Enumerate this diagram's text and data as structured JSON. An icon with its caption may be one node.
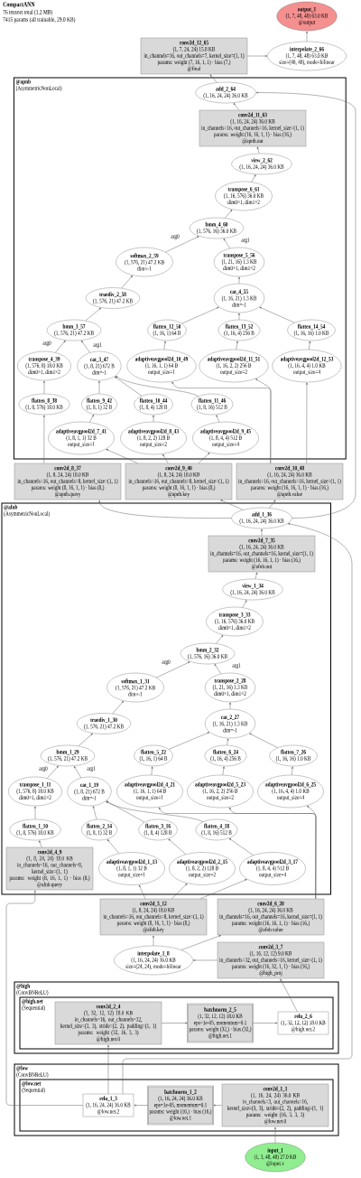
{
  "diagram": {
    "title": "CompactANN",
    "nodes": [
      {
        "text": [
          "output_1",
          "(1, 7, 48, 48) 63.0 KB",
          "@output"
        ]
      },
      {
        "text": [
          "interpolate_2_66",
          "(1, 7, 48, 48) 63.0 KB",
          "size=(48, 48), mode=bilinear"
        ]
      },
      {
        "text": [
          "conv2d_12_65",
          "(1, 7, 24, 24) 15.8 KB",
          "in_channels=16, out_channels=7, kernel_size=(1, 1)",
          "params: weight (7, 16, 1, 1) · bias (7,)",
          "@final"
        ]
      },
      {
        "text": [
          "@apnb",
          "(AsymmetricNonLocal)"
        ]
      },
      {
        "text": [
          "add_2_64",
          "(1, 16, 24, 24) 36.0 KB"
        ],
        "in": 3
      },
      {
        "text": [
          "conv2d_11_63",
          "(1, 16, 24, 24) 36.0 KB",
          "in_channels=16, out_channels=16, kernel_size=(1, 1)",
          "params: weight (16, 16, 1, 1) · bias (16,)",
          "@apnb.out"
        ],
        "in": 3
      },
      {
        "text": [
          "view_2_62",
          "(1, 16, 24, 24) 36.0 KB"
        ],
        "in": 3
      },
      {
        "text": [
          "transpose_6_61",
          "(1, 16, 576) 36.0 KB",
          "dim0=1, dim1=2"
        ],
        "in": 3
      },
      {
        "text": [
          "bmm_4_60",
          "(1, 576, 16) 36.0 KB"
        ],
        "in": 3
      },
      {
        "text": [
          "softmax_2_59",
          "(1, 576, 21) 47.2 KB",
          "dim=-1"
        ],
        "in": 3
      },
      {
        "text": [
          "transpose_5_56",
          "(1, 21, 16) 1.3 KB",
          "dim0=1, dim1=2"
        ],
        "in": 3
      },
      {
        "text": [
          "truediv_2_58",
          "(1, 576, 21) 47.2 KB"
        ],
        "in": 3
      },
      {
        "text": [
          "cat_4_55",
          "(1, 16, 21) 1.3 KB",
          "dim=-1"
        ],
        "in": 3
      },
      {
        "text": [
          "bmm_3_57",
          "(1, 576, 21) 47.2 KB"
        ],
        "in": 3
      },
      {
        "text": [
          "flatten_12_50",
          "(1, 16, 1) 64 B"
        ],
        "in": 3
      },
      {
        "text": [
          "flatten_13_52",
          "(1, 16, 4) 256 B"
        ],
        "in": 3
      },
      {
        "text": [
          "flatten_14_54",
          "(1, 16, 16) 1.0 KB"
        ],
        "in": 3
      },
      {
        "text": [
          "transpose_4_39",
          "(1, 576, 8) 18.0 KB",
          "dim0=1, dim1=2"
        ],
        "in": 3
      },
      {
        "text": [
          "cat_3_47",
          "(1, 8, 21) 672 B",
          "dim=-1"
        ],
        "in": 3
      },
      {
        "text": [
          "adaptiveavgpool2d_10_49",
          "(1, 16, 1, 1) 64 B",
          "output_size=1"
        ],
        "in": 3
      },
      {
        "text": [
          "adaptiveavgpool2d_11_51",
          "(1, 16, 2, 2) 256 B",
          "output_size=2"
        ],
        "in": 3
      },
      {
        "text": [
          "adaptiveavgpool2d_12_53",
          "(1, 16, 4, 4) 1.0 KB",
          "output_size=4"
        ],
        "in": 3
      },
      {
        "text": [
          "flatten_8_38",
          "(1, 8, 576) 18.0 KB"
        ],
        "in": 3
      },
      {
        "text": [
          "flatten_9_42",
          "(1, 8, 1) 32 B"
        ],
        "in": 3
      },
      {
        "text": [
          "flatten_10_44",
          "(1, 8, 4) 128 B"
        ],
        "in": 3
      },
      {
        "text": [
          "flatten_11_46",
          "(1, 8, 16) 512 B"
        ],
        "in": 3
      },
      {
        "text": [
          "adaptiveavgpool2d_7_41",
          "(1, 8, 1, 1) 32 B",
          "output_size=1"
        ],
        "in": 3
      },
      {
        "text": [
          "adaptiveavgpool2d_8_43",
          "(1, 8, 2, 2) 128 B",
          "output_size=2"
        ],
        "in": 3
      },
      {
        "text": [
          "adaptiveavgpool2d_9_45",
          "(1, 8, 4, 4) 512 B",
          "output_size=4"
        ],
        "in": 3
      },
      {
        "text": [
          "conv2d_8_37",
          "(1, 8, 24, 24) 18.0 KB",
          "in_channels=16, out_channels=8, kernel_size=(1, 1)",
          "params: weight (8, 16, 1, 1) · bias (8,)",
          "@apnb.query"
        ]
      },
      {
        "text": [
          "conv2d_9_40",
          "(1, 8, 24, 24) 18.0 KB",
          "in_channels=16, out_channels=8, kernel_size=(1, 1)",
          "params: weight (8, 16, 1, 1) · bias (8,)",
          "@apnb.key"
        ]
      },
      {
        "text": [
          "conv2d_10_48",
          "(1, 16, 24, 24) 36.0 KB",
          "in_channels=16, out_channels=16, kernel_size=(1, 1)",
          "params: weight (16, 16, 1, 1) · bias (16,)",
          "@apnb.value"
        ]
      },
      {
        "text": [
          "@afnb",
          "(AsymmetricNonLocal)"
        ]
      },
      {
        "text": [
          "add_1_36",
          "(1, 16, 24, 24) 36.0 KB"
        ],
        "in": 32
      },
      {
        "text": [
          "conv2d_7_35",
          "(1, 16, 24, 24) 36.0 KB",
          "in_channels=16, out_channels=16, kernel_size=(1, 1)",
          "params: weight (16, 16, 1, 1) · bias (16,)",
          "@afnb.out"
        ],
        "in": 32
      },
      {
        "text": [
          "view_1_34",
          "(1, 16, 24, 24) 36.0 KB"
        ],
        "in": 32
      },
      {
        "text": [
          "transpose_3_33",
          "(1, 16, 576) 36.0 KB",
          "dim0=1, dim1=2"
        ],
        "in": 32
      },
      {
        "text": [
          "bmm_2_32",
          "(1, 576, 16) 36.0 KB"
        ],
        "in": 32
      },
      {
        "text": [
          "softmax_1_31",
          "(1, 576, 21) 47.2 KB",
          "dim=-1"
        ],
        "in": 32
      },
      {
        "text": [
          "transpose_2_28",
          "(1, 21, 16) 1.3 KB",
          "dim0=1, dim1=2"
        ],
        "in": 32
      },
      {
        "text": [
          "truediv_1_30",
          "(1, 576, 21) 47.2 KB"
        ],
        "in": 32
      },
      {
        "text": [
          "cat_2_27",
          "(1, 16, 21) 1.3 KB",
          "dim=-1"
        ],
        "in": 32
      },
      {
        "text": [
          "bmm_1_29",
          "(1, 576, 21) 47.2 KB"
        ],
        "in": 32
      },
      {
        "text": [
          "flatten_5_22",
          "(1, 16, 1) 64 B"
        ],
        "in": 32
      },
      {
        "text": [
          "flatten_6_24",
          "(1, 16, 4) 256 B"
        ],
        "in": 32
      },
      {
        "text": [
          "flatten_7_26",
          "(1, 16, 16) 1.0 KB"
        ],
        "in": 32
      },
      {
        "text": [
          "transpose_1_11",
          "(1, 576, 8) 18.0 KB",
          "dim0=1, dim1=2"
        ],
        "in": 32
      },
      {
        "text": [
          "cat_1_19",
          "(1, 8, 21) 672 B",
          "dim=-1"
        ],
        "in": 32
      },
      {
        "text": [
          "adaptiveavgpool2d_4_21",
          "(1, 16, 1, 1) 64 B",
          "output_size=1"
        ],
        "in": 32
      },
      {
        "text": [
          "adaptiveavgpool2d_5_23",
          "(1, 16, 2, 2) 256 B",
          "output_size=2"
        ],
        "in": 32
      },
      {
        "text": [
          "adaptiveavgpool2d_6_25",
          "(1, 16, 4, 4) 1.0 KB",
          "output_size=4"
        ],
        "in": 32
      },
      {
        "text": [
          "flatten_1_10",
          "(1, 8, 576) 18.0 KB"
        ],
        "in": 32
      },
      {
        "text": [
          "flatten_2_14",
          "(1, 8, 1) 32 B"
        ],
        "in": 32
      },
      {
        "text": [
          "flatten_3_16",
          "(1, 8, 4) 128 B"
        ],
        "in": 32
      },
      {
        "text": [
          "flatten_4_18",
          "(1, 8, 16) 512 B"
        ],
        "in": 32
      },
      {
        "text": [
          "conv2d_4_9",
          "(1, 8, 24, 24) 18.0 KB",
          "in_channels=16, out_channels=8, kernel_size=(1, 1)",
          "params: weight (8, 16, 1, 1) · bias (8,)",
          "@afnb.query"
        ],
        "in": 32
      },
      {
        "text": [
          "adaptiveavgpool2d_1_13",
          "(1, 8, 1, 1) 32 B",
          "output_size=1"
        ],
        "in": 32
      },
      {
        "text": [
          "adaptiveavgpool2d_2_15",
          "(1, 8, 2, 2) 128 B",
          "output_size=2"
        ],
        "in": 32
      },
      {
        "text": [
          "adaptiveavgpool2d_3_17",
          "(1, 8, 4, 4) 512 B",
          "output_size=4"
        ],
        "in": 32
      },
      {
        "text": [
          "conv2d_5_12",
          "(1, 8, 24, 24) 18.0 KB",
          "in_channels=16, out_channels=8, kernel_size=(1, 1)",
          "params: weight (8, 16, 1, 1) · bias (8,)",
          "@afnb.key"
        ]
      },
      {
        "text": [
          "conv2d_6_20",
          "(1, 16, 24, 24) 36.0 KB",
          "in_channels=16, out_channels=16, kernel_size=(1, 1)",
          "params: weight (16, 16, 1, 1) · bias (16,)",
          "@afnb.value"
        ]
      },
      {
        "text": [
          "interpolate_1_8",
          "(1, 16, 24, 24) 36.0 KB",
          "size=(24, 24), mode=bilinear"
        ]
      },
      {
        "text": [
          "conv2d_3_7",
          "(1, 16, 12, 12) 9.0 KB",
          "in_channels=32, out_channels=16, kernel_size=(1, 1)",
          "params: weight (16, 32, 1, 1) · bias (16,)",
          "@high_proj"
        ]
      },
      {
        "text": [
          "@high",
          "(ConvBNReLU)"
        ]
      },
      {
        "text": [
          "@high.net",
          "(Sequential)"
        ],
        "in": 63
      },
      {
        "text": [
          "relu_2_6",
          "(1, 32, 12, 12) 18.0 KB",
          "@high.net.2"
        ],
        "in": 64
      },
      {
        "text": [
          "batchnorm_2_5",
          "(1, 32, 12, 12) 18.0 KB",
          "eps=1e-05, momentum=0.1",
          "params: weight (32,) · bias (32,)",
          "@high.net.1"
        ],
        "in": 64
      },
      {
        "text": [
          "conv2d_2_4",
          "(1, 32, 12, 12) 18.0 KB",
          "in_channels=16, out_channels=32, kernel_size=(3, 3), stride=(2, 2), padding=(1, 1)",
          "params: weight (32, 16, 3, 3)",
          "@high.net.0"
        ],
        "in": 64
      },
      {
        "text": [
          "@low",
          "(ConvBNReLU)"
        ]
      },
      {
        "text": [
          "@low.net",
          "(Sequential)"
        ],
        "in": 68
      },
      {
        "text": [
          "relu_1_3",
          "(1, 16, 24, 24) 36.0 KB",
          "@low.net.2"
        ],
        "in": 69
      },
      {
        "text": [
          "batchnorm_1_2",
          "(1, 16, 24, 24) 36.0 KB",
          "eps=1e-05, momentum=0.1",
          "params: weight (16,) · bias (16,)",
          "@low.net.1"
        ],
        "in": 69
      },
      {
        "text": [
          "conv2d_1_1",
          "(1, 16, 24, 24) 36.0 KB",
          "in_channels=3, out_channels=16, kernel_size=(3, 3), stride=(2, 2), padding=(1, 1)",
          "params: weight (16, 3, 3, 3)",
          "@low.net.0"
        ],
        "in": 69
      },
      {
        "text": [
          "input_1",
          "(1, 3, 48, 48) 27.0 KB",
          "@input.x"
        ]
      }
    ],
    "edges": [
      {
        "from": 73,
        "to": 72,
        "arrow": "to"
      },
      {
        "from": 72,
        "to": 71,
        "arrow": "to"
      },
      {
        "from": 71,
        "to": 70,
        "arrow": "to"
      },
      {
        "from": 70,
        "to": 67,
        "arrow": "to"
      },
      {
        "from": 67,
        "to": 66,
        "arrow": "to"
      },
      {
        "from": 66,
        "to": 65,
        "arrow": "to"
      },
      {
        "from": 65,
        "to": 62,
        "arrow": "to"
      },
      {
        "from": 62,
        "to": 61,
        "arrow": "to"
      },
      {
        "from": 61,
        "to": 59,
        "arrow": "to"
      },
      {
        "from": 61,
        "to": 60,
        "arrow": "to"
      },
      {
        "from": 70,
        "to": 55,
        "arrow": "to"
      },
      {
        "from": 70,
        "to": 33,
        "arrow": "to"
      },
      {
        "from": 55,
        "to": 51,
        "arrow": "to"
      },
      {
        "from": 51,
        "to": 46,
        "arrow": "to"
      },
      {
        "from": 46,
        "to": 42,
        "arrow": "to",
        "label": "arg0"
      },
      {
        "from": 59,
        "to": 56,
        "arrow": "to"
      },
      {
        "from": 59,
        "to": 57,
        "arrow": "to"
      },
      {
        "from": 59,
        "to": 58,
        "arrow": "to"
      },
      {
        "from": 56,
        "to": 52,
        "arrow": "to"
      },
      {
        "from": 57,
        "to": 53,
        "arrow": "to"
      },
      {
        "from": 58,
        "to": 54,
        "arrow": "to"
      },
      {
        "from": 52,
        "to": 47,
        "arrow": "to"
      },
      {
        "from": 53,
        "to": 47,
        "arrow": "to"
      },
      {
        "from": 54,
        "to": 47,
        "arrow": "to"
      },
      {
        "from": 47,
        "to": 42,
        "arrow": "to",
        "label": "arg1"
      },
      {
        "from": 42,
        "to": 40,
        "arrow": "to"
      },
      {
        "from": 40,
        "to": 38,
        "arrow": "to"
      },
      {
        "from": 38,
        "to": 37,
        "arrow": "to",
        "label": "arg0"
      },
      {
        "from": 60,
        "to": 48,
        "arrow": "to"
      },
      {
        "from": 60,
        "to": 49,
        "arrow": "to"
      },
      {
        "from": 60,
        "to": 50,
        "arrow": "to"
      },
      {
        "from": 48,
        "to": 43,
        "arrow": "to"
      },
      {
        "from": 49,
        "to": 44,
        "arrow": "to"
      },
      {
        "from": 50,
        "to": 45,
        "arrow": "to"
      },
      {
        "from": 43,
        "to": 41,
        "arrow": "to"
      },
      {
        "from": 44,
        "to": 41,
        "arrow": "to"
      },
      {
        "from": 45,
        "to": 41,
        "arrow": "to"
      },
      {
        "from": 41,
        "to": 39,
        "arrow": "to"
      },
      {
        "from": 39,
        "to": 37,
        "arrow": "to",
        "label": "arg1"
      },
      {
        "from": 37,
        "to": 36,
        "arrow": "to"
      },
      {
        "from": 36,
        "to": 35,
        "arrow": "to"
      },
      {
        "from": 35,
        "to": 34,
        "arrow": "to"
      },
      {
        "from": 34,
        "to": 33,
        "arrow": "to"
      },
      {
        "from": 33,
        "to": 29,
        "arrow": "to"
      },
      {
        "from": 33,
        "to": 30,
        "arrow": "to"
      },
      {
        "from": 33,
        "to": 31,
        "arrow": "to"
      },
      {
        "from": 33,
        "to": 4,
        "arrow": "to"
      },
      {
        "from": 29,
        "to": 22,
        "arrow": "to"
      },
      {
        "from": 22,
        "to": 17,
        "arrow": "to"
      },
      {
        "from": 17,
        "to": 13,
        "arrow": "to",
        "label": "arg0"
      },
      {
        "from": 30,
        "to": 26,
        "arrow": "to"
      },
      {
        "from": 30,
        "to": 27,
        "arrow": "to"
      },
      {
        "from": 30,
        "to": 28,
        "arrow": "to"
      },
      {
        "from": 26,
        "to": 23,
        "arrow": "to"
      },
      {
        "from": 27,
        "to": 24,
        "arrow": "to"
      },
      {
        "from": 28,
        "to": 25,
        "arrow": "to"
      },
      {
        "from": 23,
        "to": 18,
        "arrow": "to"
      },
      {
        "from": 24,
        "to": 18,
        "arrow": "to"
      },
      {
        "from": 25,
        "to": 18,
        "arrow": "to"
      },
      {
        "from": 18,
        "to": 13,
        "arrow": "to",
        "label": "arg1"
      },
      {
        "from": 13,
        "to": 11,
        "arrow": "to"
      },
      {
        "from": 11,
        "to": 9,
        "arrow": "to"
      },
      {
        "from": 9,
        "to": 8,
        "arrow": "to",
        "label": "arg0"
      },
      {
        "from": 31,
        "to": 19,
        "arrow": "to"
      },
      {
        "from": 31,
        "to": 20,
        "arrow": "to"
      },
      {
        "from": 31,
        "to": 21,
        "arrow": "to"
      },
      {
        "from": 19,
        "to": 14,
        "arrow": "to"
      },
      {
        "from": 20,
        "to": 15,
        "arrow": "to"
      },
      {
        "from": 21,
        "to": 16,
        "arrow": "to"
      },
      {
        "from": 14,
        "to": 12,
        "arrow": "to"
      },
      {
        "from": 15,
        "to": 12,
        "arrow": "to"
      },
      {
        "from": 16,
        "to": 12,
        "arrow": "to"
      },
      {
        "from": 12,
        "to": 10,
        "arrow": "to"
      },
      {
        "from": 10,
        "to": 8,
        "arrow": "to",
        "label": "arg1"
      },
      {
        "from": 8,
        "to": 7,
        "arrow": "to"
      },
      {
        "from": 7,
        "to": 6,
        "arrow": "to"
      },
      {
        "from": 6,
        "to": 5,
        "arrow": "to"
      },
      {
        "from": 5,
        "to": 4,
        "arrow": "to"
      },
      {
        "from": 4,
        "to": 2,
        "arrow": "to"
      },
      {
        "from": 2,
        "to": 1,
        "arrow": "to"
      },
      {
        "from": 1,
        "to": 0,
        "arrow": "to"
      }
    ],
    "labels": [
      "76 tensors total (1.2 MB)",
      "7415 params (all trainable, 29.0 KB)"
    ]
  }
}
